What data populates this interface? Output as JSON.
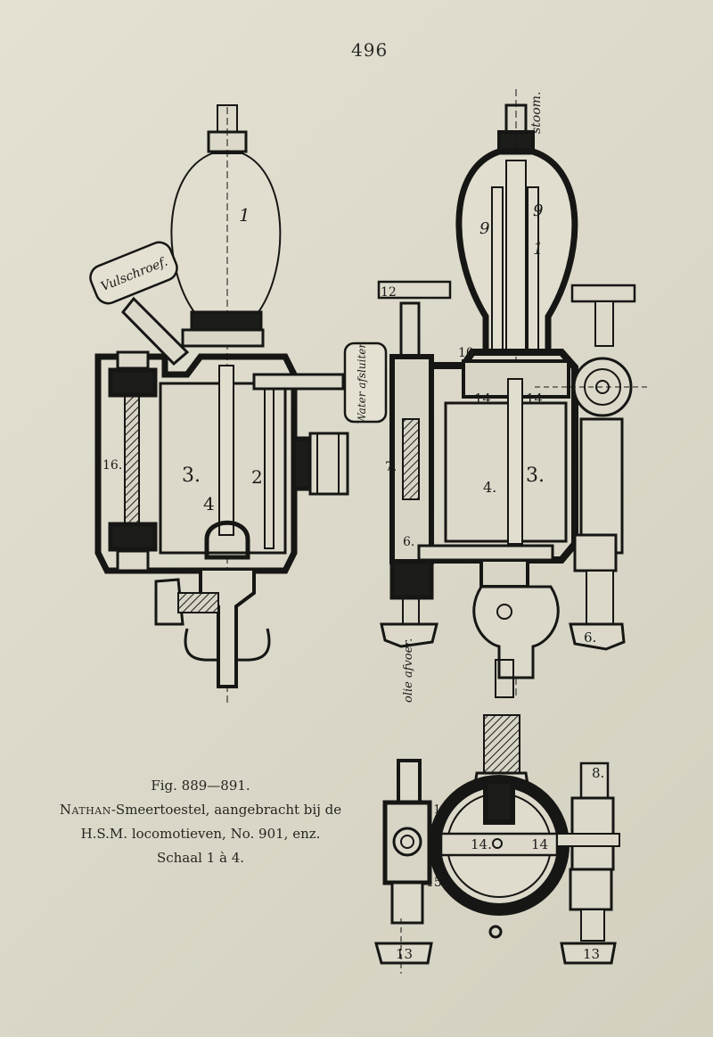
{
  "page_number": "496",
  "caption": {
    "fig_line": "Fig. 889—891.",
    "title_name": "Nathan",
    "title_rest": "-Smeertoestel, aangebracht bij de",
    "line3": "H.S.M. locomotieven, No. 901, enz.",
    "line4": "Schaal 1 à 4."
  },
  "labels": {
    "vulschroef": "Vulschroef.",
    "water_afsluiter": "Water afsluiter.",
    "stoom": "stoom.",
    "olie_afvoer": "olie afvoer.",
    "n1": "1",
    "n2": "2",
    "n3": "3.",
    "n4": "4",
    "n4dot": "4.",
    "n6": "6.",
    "n7": "7.",
    "n8": "8.",
    "n9": "9",
    "n10": "10",
    "n11": "11",
    "n12": "12",
    "n13": "13",
    "n14": "14",
    "n14dot": "14.",
    "n15": "15.",
    "n16": "16."
  }
}
